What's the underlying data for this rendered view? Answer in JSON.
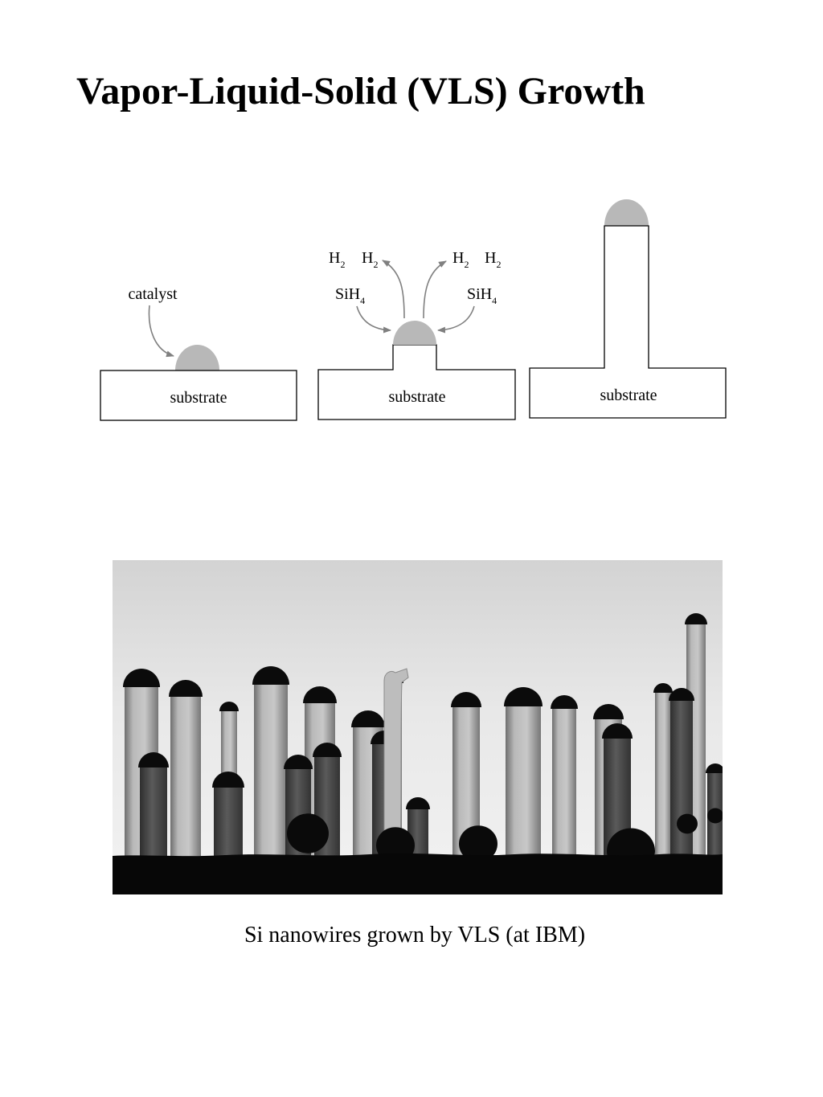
{
  "title": "Vapor-Liquid-Solid (VLS) Growth",
  "diagram": {
    "panel1": {
      "catalyst_label": "catalyst",
      "substrate_label": "substrate"
    },
    "panel2": {
      "h2_label": "H",
      "h2_sub": "2",
      "sih4_label": "SiH",
      "sih4_sub": "4",
      "substrate_label": "substrate"
    },
    "panel3": {
      "substrate_label": "substrate"
    },
    "colors": {
      "droplet": "#b8b8b8",
      "arrow": "#808080",
      "outline": "#000000"
    }
  },
  "photo": {
    "subject": "Si nanowires micrograph"
  },
  "caption": "Si nanowires grown by VLS (at IBM)"
}
